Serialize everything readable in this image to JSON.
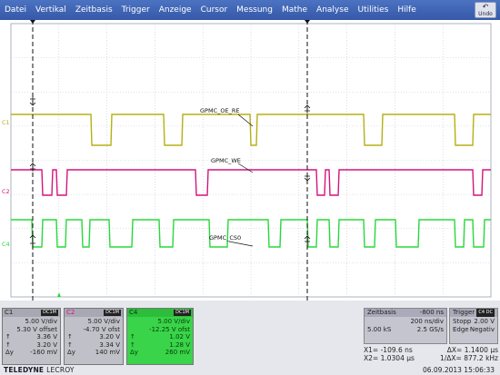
{
  "menu": {
    "items": [
      "Datei",
      "Vertikal",
      "Zeitbasis",
      "Trigger",
      "Anzeige",
      "Cursor",
      "Messung",
      "Mathe",
      "Analyse",
      "Utilities",
      "Hilfe"
    ],
    "undo_label": "Undo"
  },
  "traces": {
    "c1": {
      "label": "C1",
      "color": "#b5b014",
      "signal": "GPMC_OE_RE"
    },
    "c2": {
      "label": "C2",
      "color": "#d4157e",
      "signal": "GPMC_WE"
    },
    "c4": {
      "label": "C4",
      "color": "#28d83a",
      "signal": "GPMC_CS0"
    }
  },
  "channels": {
    "c1": {
      "name": "C1",
      "coupling": "DC1M",
      "vdiv": "5.00 V/div",
      "offset": "5.30 V offset",
      "v1_sym": "↑",
      "v1": "3.36 V",
      "v2_sym": "↑",
      "v2": "3.20 V",
      "dv_sym": "Δy",
      "dv": "-160 mV"
    },
    "c2": {
      "name": "C2",
      "coupling": "DC1M",
      "vdiv": "5.00 V/div",
      "offset": "-4.70 V ofst",
      "v1_sym": "↑",
      "v1": "3.20 V",
      "v2_sym": "↑",
      "v2": "3.34 V",
      "dv_sym": "Δy",
      "dv": "140 mV"
    },
    "c4": {
      "name": "C4",
      "coupling": "DC1M",
      "vdiv": "5.00 V/div",
      "offset": "-12.25 V ofst",
      "v1_sym": "↑",
      "v1": "1.02 V",
      "v2_sym": "↑",
      "v2": "1.28 V",
      "dv_sym": "Δy",
      "dv": "260 mV"
    }
  },
  "timebase": {
    "title": "Zeitbasis",
    "delay": "-800 ns",
    "tdiv": "200 ns/div",
    "samples": "5.00 kS",
    "rate": "2.5 GS/s"
  },
  "trigger": {
    "title": "Trigger",
    "source": "C4 DC",
    "mode": "Stopp",
    "level": "2.00 V",
    "type": "Edge",
    "slope": "Negativ"
  },
  "cursors": {
    "x1_label": "X1=",
    "x1": "-109.6 ns",
    "dx_label": "ΔX=",
    "dx": "1.1400 µs",
    "x2_label": "X2=",
    "x2": "1.0304 µs",
    "inv_label": "1/ΔX=",
    "inv": "877.2 kHz"
  },
  "brand": {
    "bold": "TELEDYNE",
    "light": "LECROY"
  },
  "datetime": "06.09.2013 15:06:33"
}
